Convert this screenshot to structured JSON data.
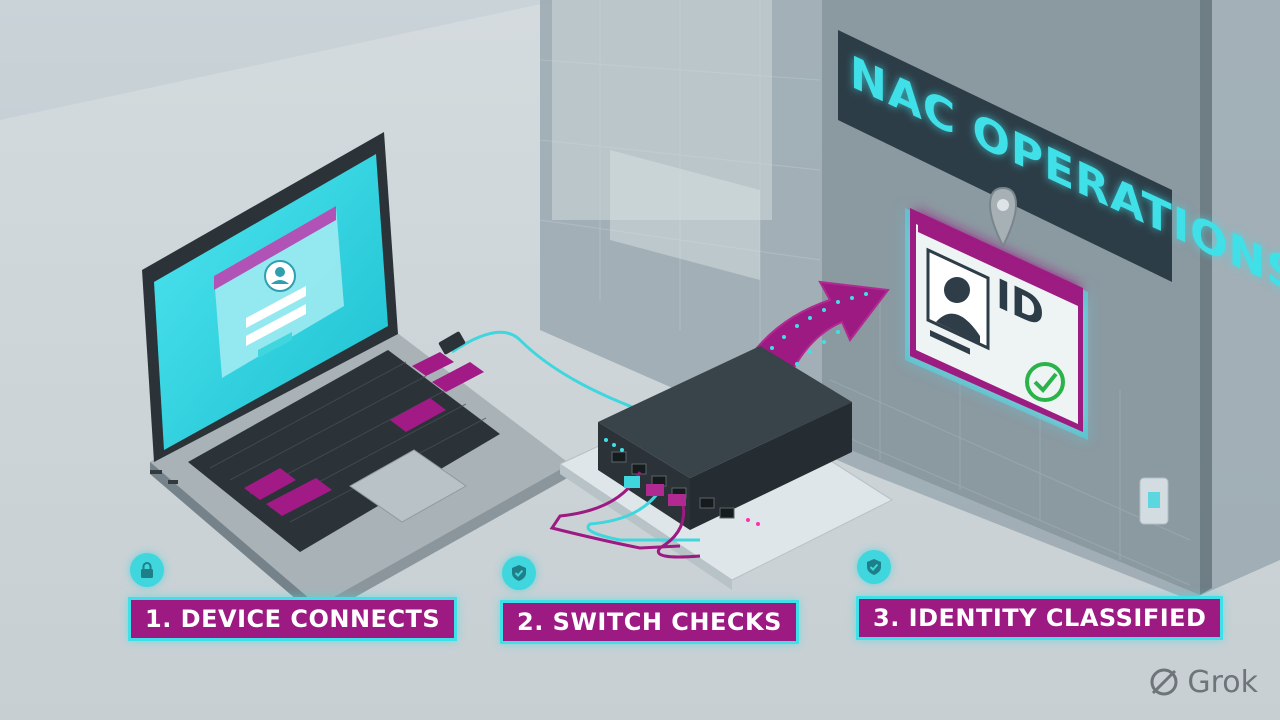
{
  "panel": {
    "title": "NAC OPERATIONS"
  },
  "badge": {
    "id_text": "ID"
  },
  "steps": [
    {
      "label": "1. DEVICE CONNECTS",
      "icon": "lock-icon"
    },
    {
      "label": "2. SWITCH CHECKS",
      "icon": "shield-check-icon"
    },
    {
      "label": "3. IDENTITY CLASSIFIED",
      "icon": "shield-check-icon"
    }
  ],
  "watermark": {
    "text": "Grok"
  },
  "colors": {
    "accent_magenta": "#9c1a82",
    "accent_cyan": "#3fe0e8",
    "panel_dark": "#2d3d47",
    "check_green": "#2bb34a"
  }
}
